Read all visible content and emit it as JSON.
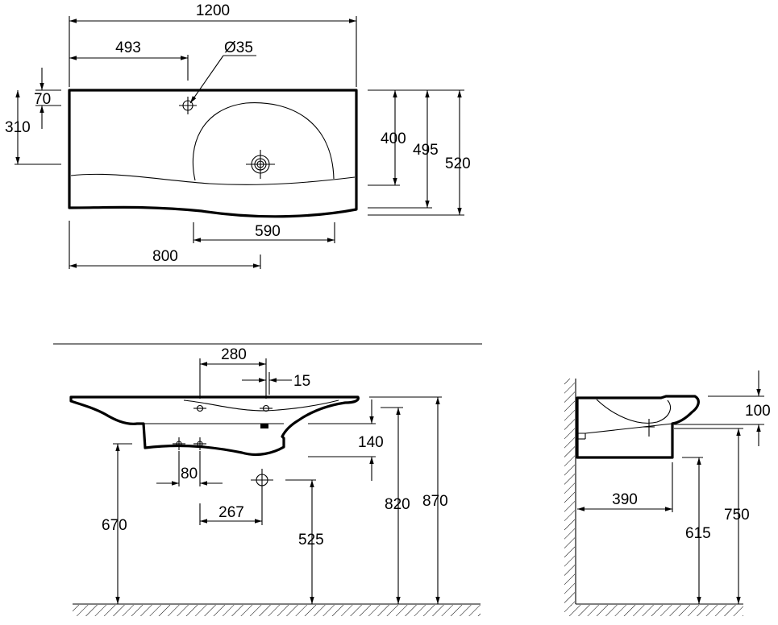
{
  "plan_view": {
    "dim_overall_width": "1200",
    "dim_tap_hole_offset": "493",
    "dim_tap_hole_diameter": "Ø35",
    "dim_tap_hole_to_front": "70",
    "dim_waste_to_front": "310",
    "dim_bowl_depth": "400",
    "dim_depth_mid": "495",
    "dim_depth_total": "520",
    "dim_bowl_width": "590",
    "dim_waste_offset": "800"
  },
  "front_view": {
    "dim_tap_spacing": "280",
    "dim_offset_small": "15",
    "dim_basin_height": "140",
    "dim_fixing_spacing": "80",
    "dim_waste_offset": "267",
    "dim_fixing_height": "670",
    "dim_waste_height": "525",
    "dim_underside_height": "820",
    "dim_top_height": "870"
  },
  "side_view": {
    "dim_rim_height": "100",
    "dim_projection": "390",
    "dim_lower_height": "615",
    "dim_upper_height": "750"
  }
}
